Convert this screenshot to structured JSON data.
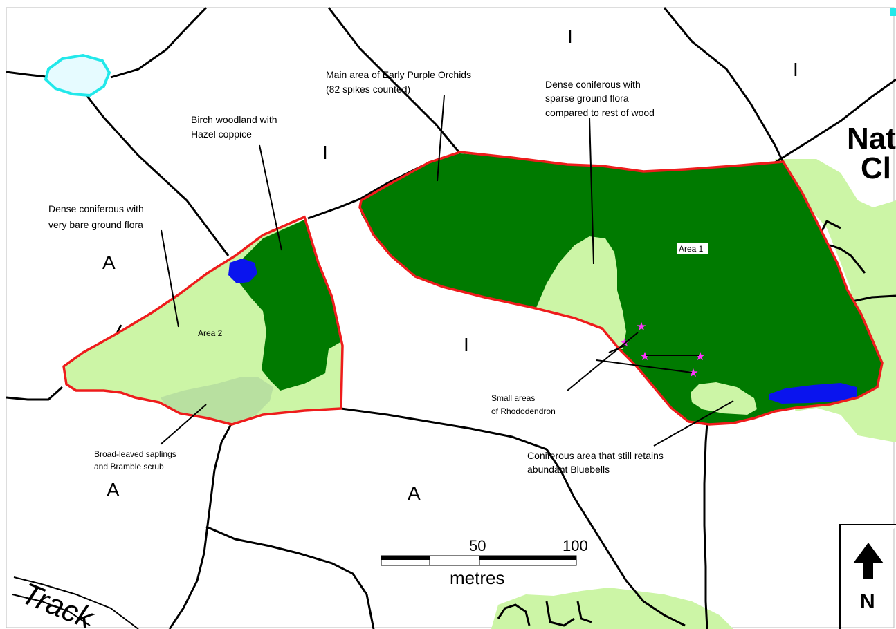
{
  "labels": {
    "orchids_line1": "Main area of Early Purple Orchids",
    "orchids_line2": "(82 spikes counted)",
    "dense_sparse_line1": "Dense coniferous with",
    "dense_sparse_line2": "sparse ground flora",
    "dense_sparse_line3": "compared to rest of wood",
    "birch_line1": "Birch woodland with",
    "birch_line2": "Hazel coppice",
    "dense_bare_line1": "Dense coniferous with",
    "dense_bare_line2": "very bare ground flora",
    "area1": "Area 1",
    "area2": "Area 2",
    "rhodo_line1": "Small areas",
    "rhodo_line2": "of Rhododendron",
    "bluebells_line1": "Coniferous area that still retains",
    "bluebells_line2": "abundant Bluebells",
    "saplings_line1": "Broad-leaved saplings",
    "saplings_line2": "and Bramble scrub",
    "nat_line1": "Nat",
    "nat_line2": "Cl",
    "track": "Track"
  },
  "map_symbols": {
    "A1": "A",
    "A2": "A",
    "A3": "A",
    "I1": "I",
    "I2": "I",
    "I3": "I",
    "I4": "I"
  },
  "scale_bar": {
    "tick50": "50",
    "tick100": "100",
    "unit": "metres"
  },
  "north_arrow": {
    "label": "N"
  },
  "colors": {
    "dense_conifer": "#007a00",
    "light_vegetation": "#ccf5a6",
    "boundary": "#ee1c1c",
    "water": "#0a14ee",
    "pond_outline": "#22e8ea",
    "rhododendron": "#ff33ff"
  }
}
